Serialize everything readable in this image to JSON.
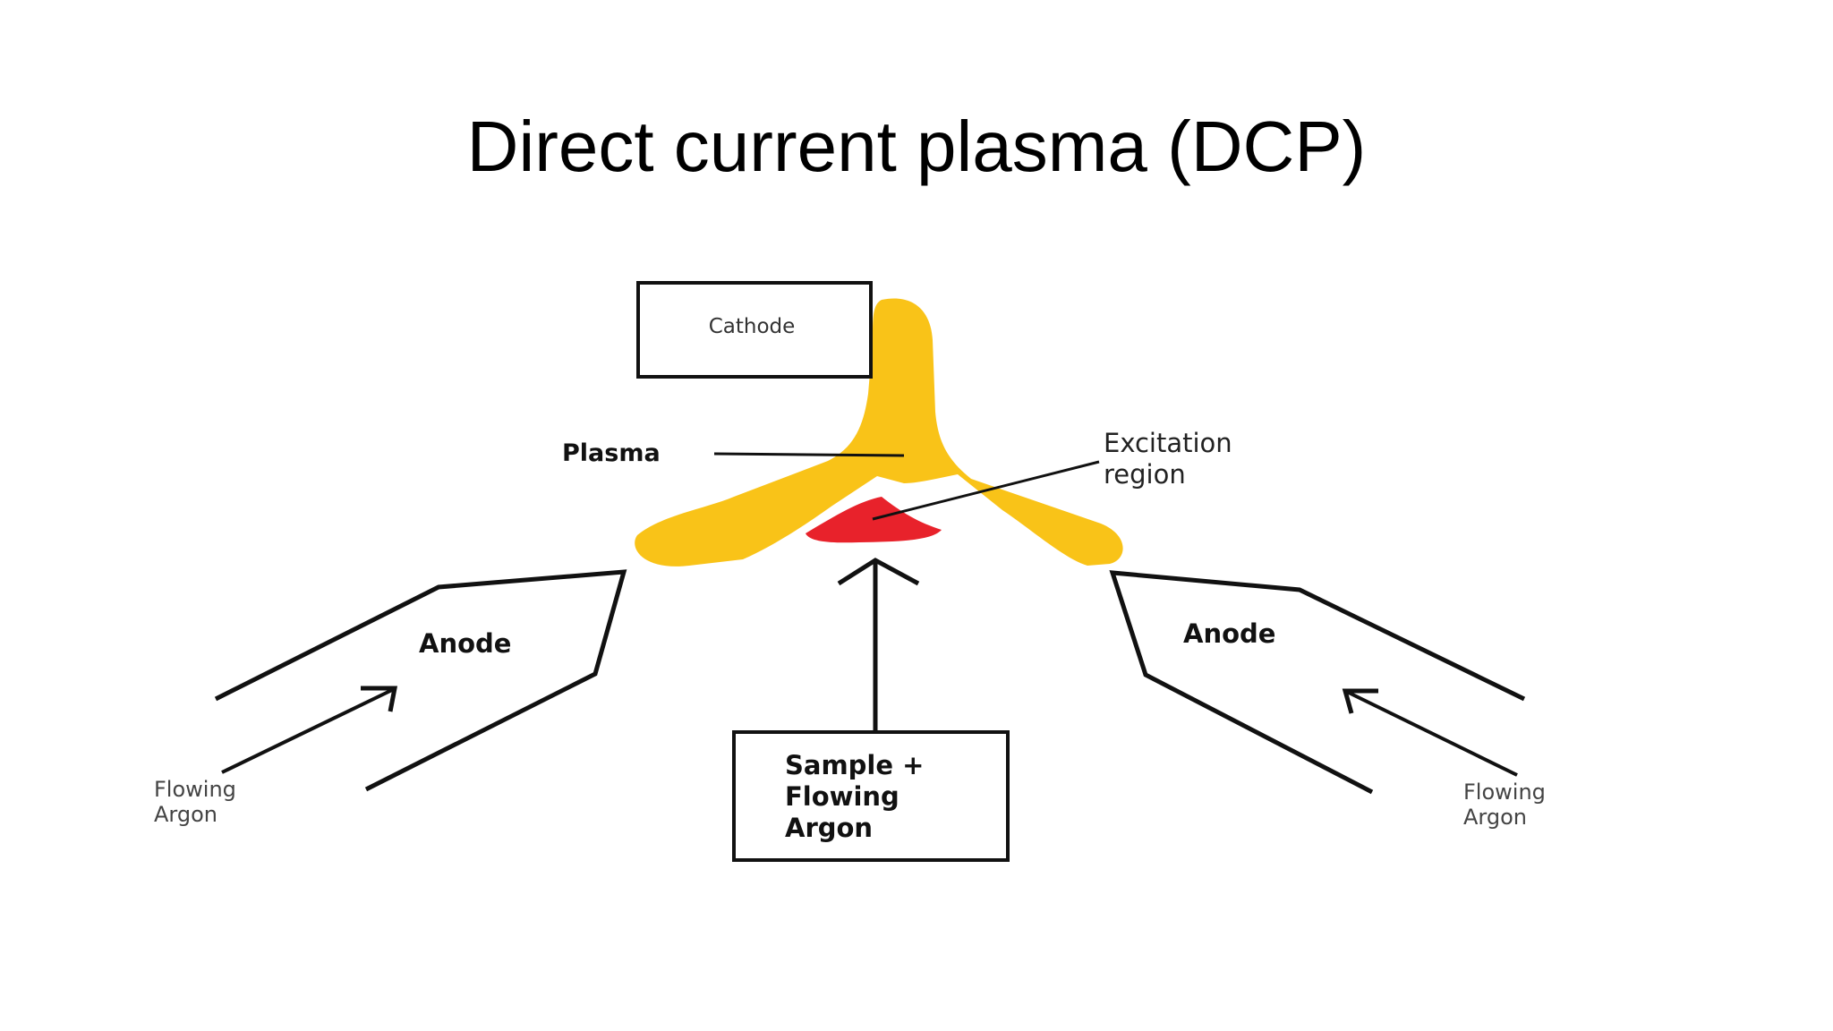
{
  "title": "Direct current plasma (DCP)",
  "colors": {
    "plasma": "#f9c318",
    "excitation": "#e8222b",
    "line": "#111111",
    "background": "#ffffff"
  },
  "labels": {
    "cathode": "Cathode",
    "plasma": "Plasma",
    "excitation_line1": "Excitation",
    "excitation_line2": "region",
    "anode_left": "Anode",
    "anode_right": "Anode",
    "argon_left_line1": "Flowing",
    "argon_left_line2": "Argon",
    "argon_right_line1": "Flowing",
    "argon_right_line2": "Argon",
    "sample_line1": "Sample +",
    "sample_line2": "Flowing",
    "sample_line3": "Argon"
  }
}
